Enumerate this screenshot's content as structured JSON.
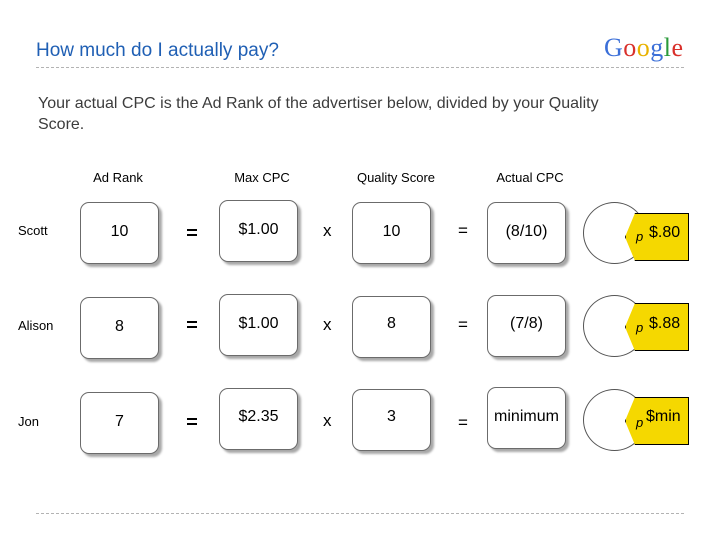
{
  "header": {
    "title": "How much do I actually pay?",
    "logo": "Google",
    "subtitle": "Your actual CPC is the Ad Rank of the advertiser below, divided by your Quality Score."
  },
  "columns": {
    "ad_rank": "Ad Rank",
    "max_cpc": "Max CPC",
    "quality_score": "Quality Score",
    "actual_cpc": "Actual CPC"
  },
  "rows": [
    {
      "name": "Scott",
      "ad_rank": "10",
      "op1": "=",
      "max_cpc": "$1.00",
      "op2": "x",
      "quality_score": "10",
      "op3": "=",
      "actual_cpc": "(8/10)",
      "price": "$.80"
    },
    {
      "name": "Alison",
      "ad_rank": "8",
      "op1": "=",
      "max_cpc": "$1.00",
      "op2": "x",
      "quality_score": "8",
      "op3": "=",
      "actual_cpc": "(7/8)",
      "price": "$.88"
    },
    {
      "name": "Jon",
      "ad_rank": "7",
      "op1": "=",
      "max_cpc": "$2.35",
      "op2": "x",
      "quality_score": "3",
      "op3": "=",
      "actual_cpc": "minimum",
      "price": "$min"
    }
  ],
  "tag_hole": "p",
  "colors": {
    "title": "#1f5fb4",
    "tag": "#f5d800",
    "google_blue": "#3b6fd8",
    "google_red": "#d9302b",
    "google_yellow": "#e8b200",
    "google_green": "#2a9a3a"
  }
}
